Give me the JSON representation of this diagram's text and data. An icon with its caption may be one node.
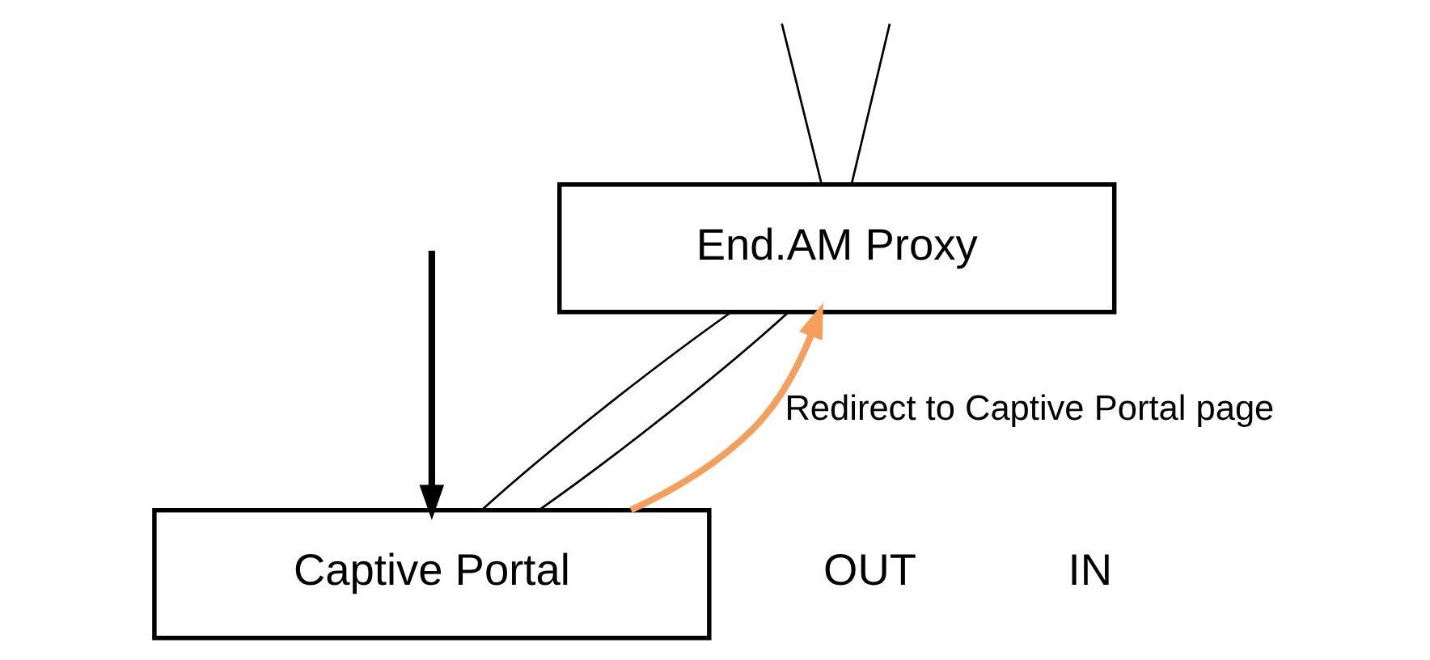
{
  "diagram": {
    "nodes": [
      {
        "text": [
          "End.AM Proxy"
        ]
      },
      {
        "text": [
          "Captive Portal"
        ]
      }
    ],
    "edges": [
      {
        "from": null,
        "to": 1,
        "arrow": "to",
        "style": "thick"
      },
      {
        "from": null,
        "to": 0,
        "arrow": "none"
      },
      {
        "from": null,
        "to": 0,
        "arrow": "none"
      },
      {
        "from": 0,
        "to": 1,
        "arrow": "none"
      },
      {
        "from": 0,
        "to": 1,
        "arrow": "none"
      },
      {
        "from": 1,
        "to": 0,
        "arrow": "to",
        "style": "thick",
        "color": "#f79f5a",
        "label": "Redirect to Captive Portal page"
      }
    ],
    "labels": [
      "OUT",
      "IN"
    ]
  }
}
